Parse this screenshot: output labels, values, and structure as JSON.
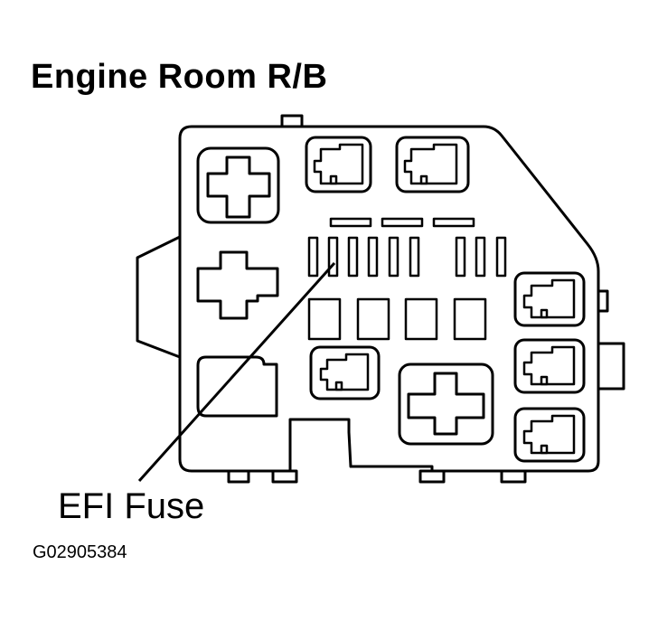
{
  "title": "Engine Room R/B",
  "callout": {
    "label": "EFI Fuse"
  },
  "figure_code": "G02905384",
  "colors": {
    "line": "#000000",
    "background": "#ffffff"
  }
}
